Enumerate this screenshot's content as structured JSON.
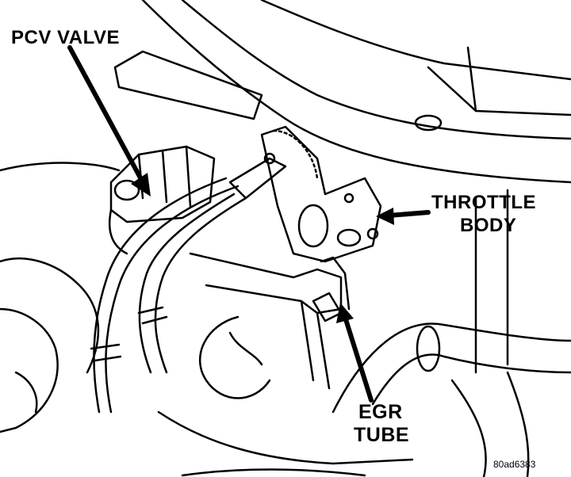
{
  "labels": {
    "pcv_valve": "PCV VALVE",
    "throttle_line1": "THROTTLE",
    "throttle_line2": "BODY",
    "egr_line1": "EGR",
    "egr_line2": "TUBE",
    "figure_code": "80ad6383"
  },
  "colors": {
    "ink": "#000000",
    "paper": "#ffffff"
  }
}
